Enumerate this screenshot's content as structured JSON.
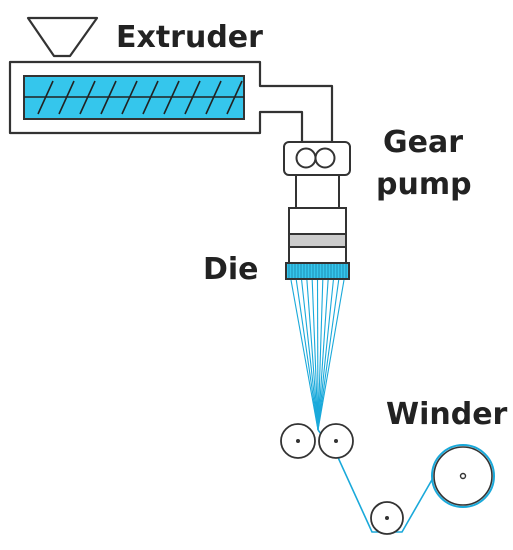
{
  "labels": {
    "extruder": "Extruder",
    "gear_line1": "Gear",
    "gear_line2": "pump",
    "die": "Die",
    "winder": "Winder"
  },
  "colors": {
    "screw_fill": "#35c6ec",
    "fiber": "#1aa9da",
    "stroke": "#333333",
    "band_gray": "#cccccc"
  },
  "fiber_count": 11
}
